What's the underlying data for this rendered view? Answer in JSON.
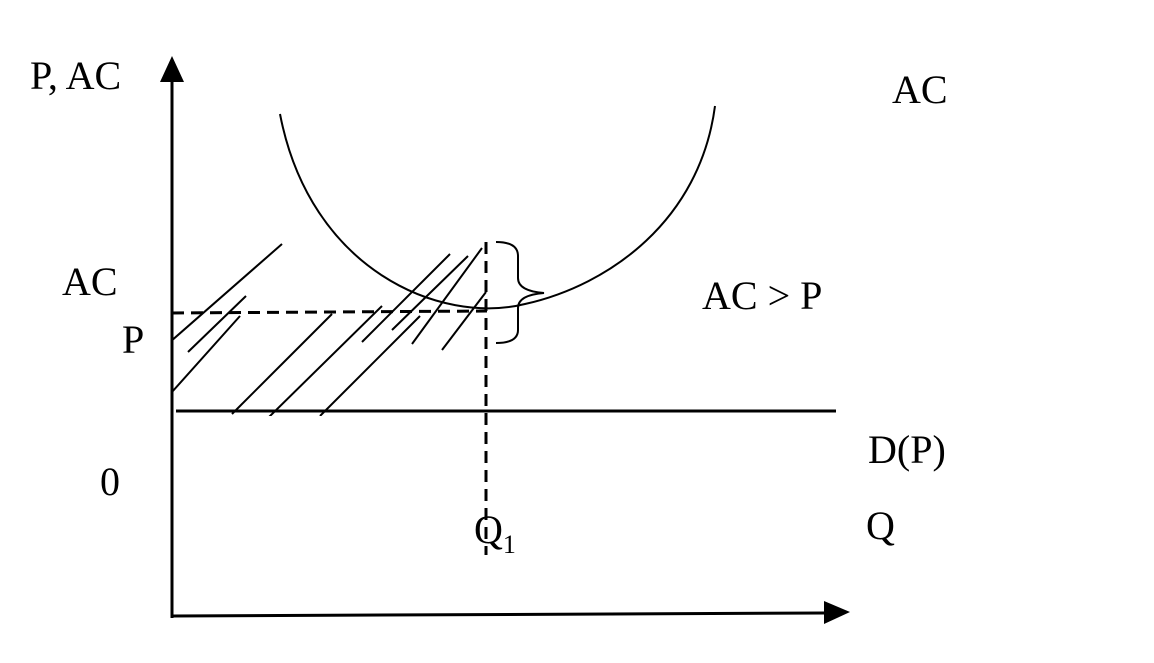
{
  "diagram": {
    "y_axis_label": "P, AC",
    "x_axis_label": "Q",
    "origin_label": "0",
    "curve_label": "AC",
    "ac_level_label": "AC",
    "price_level_label": "P",
    "inequality_label": "AC > P",
    "demand_label": "D(P)",
    "quantity_label": "Q",
    "quantity_subscript": "1",
    "colors": {
      "ink": "#000000",
      "background": "#ffffff"
    }
  }
}
